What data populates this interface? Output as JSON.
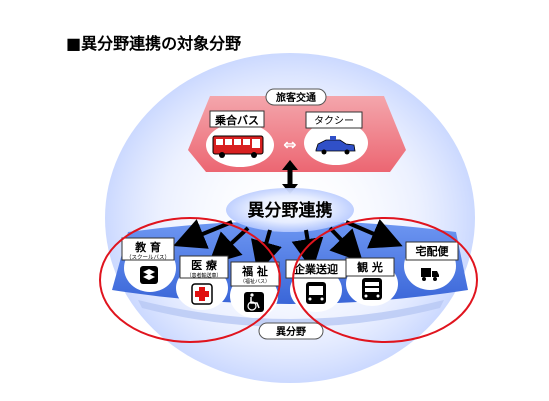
{
  "title": "■異分野連携の対象分野",
  "top_section": {
    "label": "旅客交通",
    "bus_label": "乗合バス",
    "taxi_label": "タクシー",
    "arrow": "⇔"
  },
  "center": {
    "label": "異分野連携"
  },
  "bottom_section": {
    "label": "異分野",
    "items": [
      {
        "label": "教 育",
        "sublabel": "（スクールバス）",
        "icon": "school-bus-icon"
      },
      {
        "label": "医 療",
        "sublabel": "（患者輸送車）",
        "icon": "medical-cross-icon"
      },
      {
        "label": "福 祉",
        "sublabel": "（福祉バス）",
        "icon": "wheelchair-icon"
      },
      {
        "label": "企業送迎",
        "sublabel": "",
        "icon": "bus-front-icon"
      },
      {
        "label": "観 光",
        "sublabel": "",
        "icon": "tourist-bus-icon"
      },
      {
        "label": "宅配便",
        "sublabel": "",
        "icon": "truck-icon"
      }
    ]
  },
  "colors": {
    "top_fill": "#f07a82",
    "bottom_fill": "#4d7fe9",
    "glow": "#c6d6ff",
    "ellipse_stroke": "#e0141e"
  }
}
